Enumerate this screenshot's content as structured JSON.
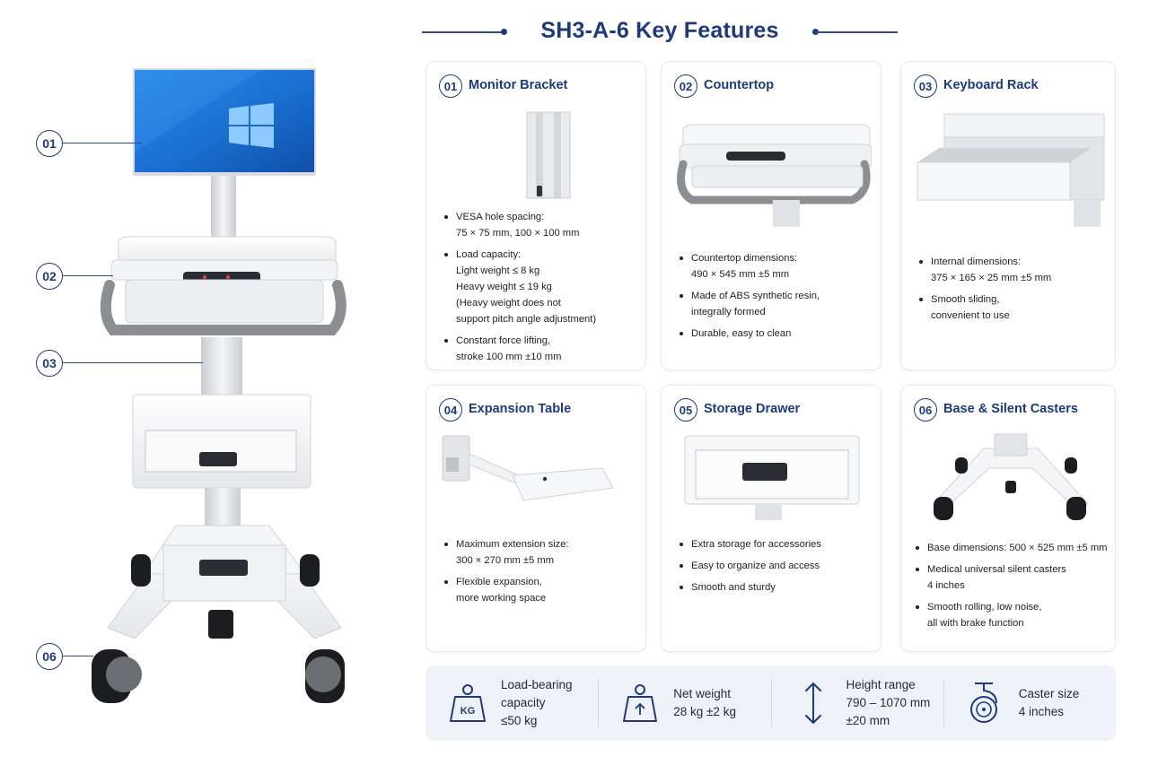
{
  "header": {
    "title": "SH3-A-6 Key Features"
  },
  "product": {
    "callouts": [
      "01",
      "02",
      "03",
      "06"
    ]
  },
  "cards": [
    {
      "num": "01",
      "title": "Monitor Bracket",
      "bullets": [
        [
          "VESA hole spacing:",
          "75 × 75 mm, 100 × 100 mm"
        ],
        [
          "Load capacity:",
          "Light weight ≤ 8 kg",
          "Heavy weight ≤ 19 kg",
          "(Heavy weight does not",
          "support pitch angle adjustment)"
        ],
        [
          "Constant force lifting,",
          "stroke 100 mm ±10 mm"
        ]
      ]
    },
    {
      "num": "02",
      "title": "Countertop",
      "bullets": [
        [
          "Countertop dimensions:",
          "490 × 545 mm ±5 mm"
        ],
        [
          "Made of ABS synthetic resin,",
          "integrally formed"
        ],
        [
          "Durable, easy to clean"
        ]
      ]
    },
    {
      "num": "03",
      "title": "Keyboard Rack",
      "bullets": [
        [
          "Internal dimensions:",
          "375 × 165 × 25 mm ±5 mm"
        ],
        [
          "Smooth sliding,",
          "convenient to use"
        ]
      ]
    },
    {
      "num": "04",
      "title": "Expansion Table",
      "bullets": [
        [
          "Maximum extension size:",
          "300 × 270 mm ±5 mm"
        ],
        [
          "Flexible expansion,",
          "more working space"
        ]
      ]
    },
    {
      "num": "05",
      "title": "Storage Drawer",
      "bullets": [
        [
          "Extra storage for accessories"
        ],
        [
          "Easy to organize and access"
        ],
        [
          "Smooth and sturdy"
        ]
      ]
    },
    {
      "num": "06",
      "title": "Base & Silent Casters",
      "bullets": [
        [
          "Base dimensions: 500 × 525 mm ±5 mm"
        ],
        [
          "Medical universal silent casters",
          "4 inches"
        ],
        [
          "Smooth rolling, low noise,",
          "all with brake function"
        ]
      ]
    }
  ],
  "specs": [
    {
      "icon": "kg-weight-icon",
      "icon_text": "KG",
      "lines": [
        "Load-bearing",
        "capacity",
        "≤50 kg"
      ]
    },
    {
      "icon": "net-weight-icon",
      "lines": [
        "Net weight",
        "28 kg ±2 kg"
      ]
    },
    {
      "icon": "height-arrow-icon",
      "lines": [
        "Height range",
        "790 – 1070 mm",
        "±20 mm"
      ]
    },
    {
      "icon": "caster-icon",
      "lines": [
        "Caster size",
        "4 inches"
      ]
    }
  ],
  "colors": {
    "accent": "#1e3a7b",
    "spec_bar": "#eef2f8",
    "card_border": "#e6e9ef",
    "screen": "#1a78d6"
  }
}
